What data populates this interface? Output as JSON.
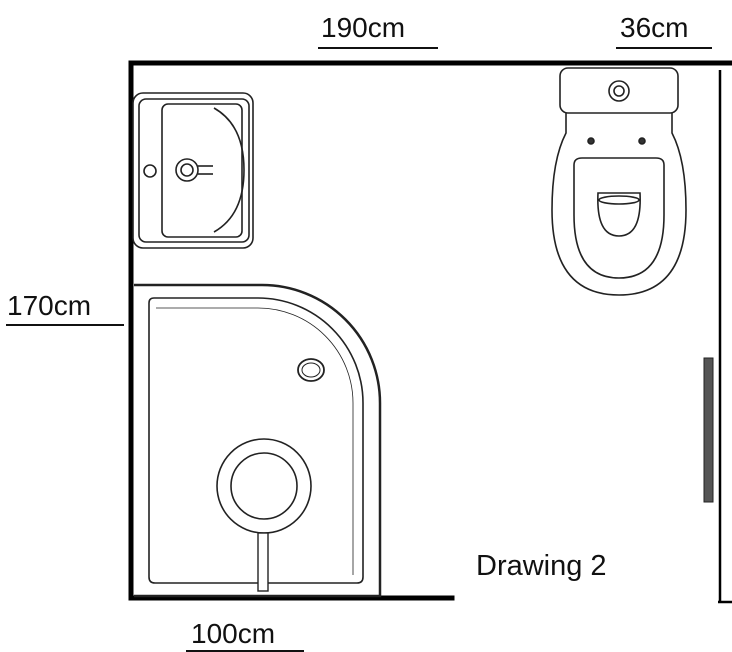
{
  "dimensions": {
    "top_width": "190cm",
    "top_right_gap": "36cm",
    "left_height": "170cm",
    "bottom_width": "100cm"
  },
  "caption": "Drawing 2",
  "fixtures": [
    "sink",
    "toilet",
    "quadrant-shower-tray",
    "window"
  ]
}
